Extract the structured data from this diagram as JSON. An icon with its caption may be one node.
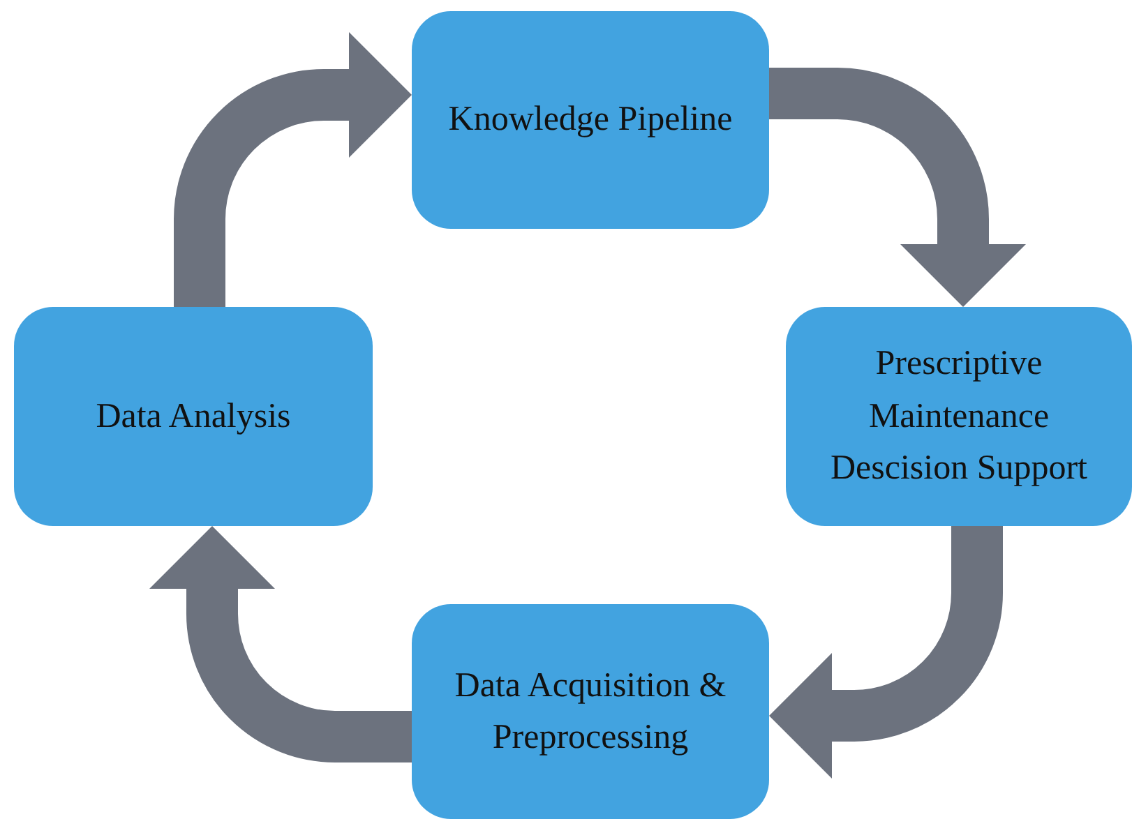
{
  "diagram": {
    "nodes": [
      {
        "text": [
          "Knowledge Pipeline"
        ]
      },
      {
        "text": [
          "Prescriptive Maintenance Descision Support"
        ]
      },
      {
        "text": [
          "Data Acquisition & Preprocessing"
        ]
      },
      {
        "text": [
          "Data Analysis"
        ]
      }
    ],
    "edges": [
      {
        "from": 0,
        "to": 1,
        "arrow": "to"
      },
      {
        "from": 1,
        "to": 2,
        "arrow": "to"
      },
      {
        "from": 2,
        "to": 3,
        "arrow": "to"
      },
      {
        "from": 3,
        "to": 0,
        "arrow": "to"
      }
    ]
  }
}
